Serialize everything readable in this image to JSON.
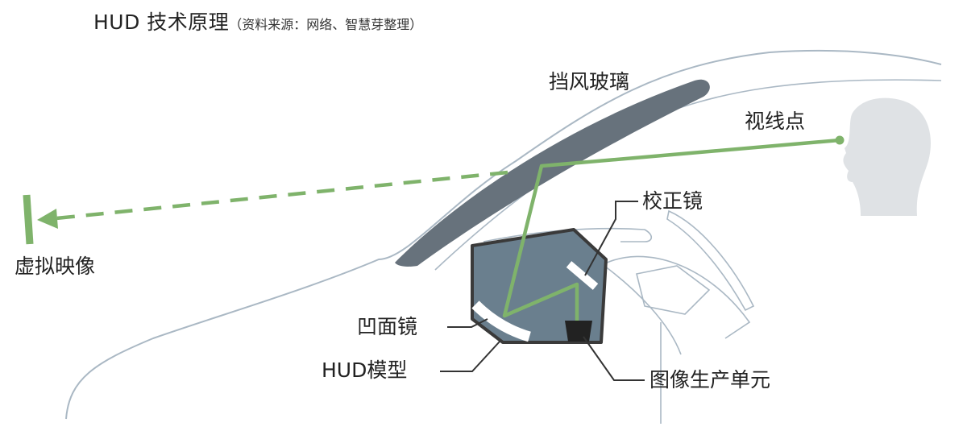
{
  "title": {
    "main": "HUD 技术原理",
    "source": "（资料来源：网络、智慧芽整理）"
  },
  "labels": {
    "windshield": "挡风玻璃",
    "eye_point": "视线点",
    "virtual_image": "虚拟映像",
    "correction_mirror": "校正镜",
    "concave_mirror": "凹面镜",
    "hud_module": "HUD模型",
    "image_unit": "图像生产单元"
  },
  "colors": {
    "optical_path": "#7fb36b",
    "hud_box_fill": "#6a7f8e",
    "hud_box_border": "#3a3a3a",
    "windshield": "#67727c",
    "outline": "#aab8c4",
    "head": "#dfe2e5"
  }
}
